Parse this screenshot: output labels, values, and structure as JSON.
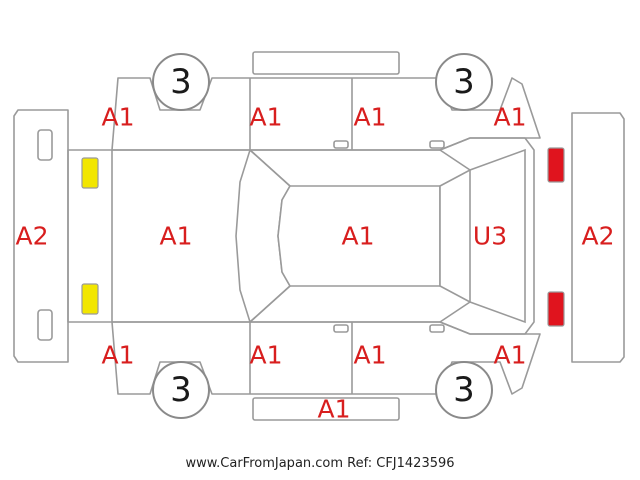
{
  "diagram": {
    "codes": {
      "front_bumper": "A2",
      "rear_bumper": "A2",
      "hood": "A1",
      "roof": "A1",
      "rear_window": "U3",
      "front_left_fender": "A1",
      "front_left_door": "A1",
      "rear_left_door": "A1",
      "rear_left_quarter": "A1",
      "front_right_fender": "A1",
      "front_right_door": "A1",
      "rear_right_door": "A1",
      "rear_right_quarter": "A1",
      "right_side_sill": "A1"
    },
    "wheels": {
      "front_left": "3",
      "rear_left": "3",
      "front_right": "3",
      "rear_right": "3"
    },
    "lamp_colors": {
      "front": "#f2e600",
      "rear": "#e0141e"
    },
    "line_color": "#9a9a9a",
    "code_color": "#d81e1e"
  },
  "footer": {
    "text": "www.CarFromJapan.com Ref: CFJ1423596"
  }
}
